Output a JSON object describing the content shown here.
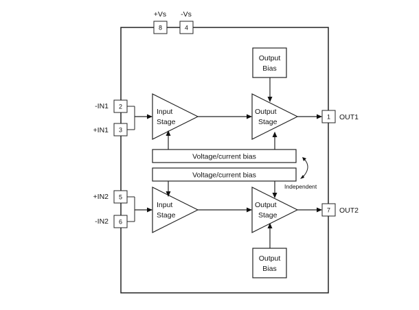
{
  "supply_pins": [
    {
      "name": "+Vs",
      "number": "8"
    },
    {
      "name": "-Vs",
      "number": "4"
    }
  ],
  "input_pins": [
    {
      "name": "-IN1",
      "number": "2"
    },
    {
      "name": "+IN1",
      "number": "3"
    },
    {
      "name": "+IN2",
      "number": "5"
    },
    {
      "name": "-IN2",
      "number": "6"
    }
  ],
  "output_pins": [
    {
      "name": "OUT1",
      "number": "1"
    },
    {
      "name": "OUT2",
      "number": "7"
    }
  ],
  "stages": {
    "input_line1": "Input",
    "input_line2": "Stage",
    "output_line1": "Output",
    "output_line2": "Stage"
  },
  "output_bias": {
    "line1": "Output",
    "line2": "Bias"
  },
  "bias_bars": [
    "Voltage/current bias",
    "Voltage/current bias"
  ],
  "independent_label": "Independent"
}
